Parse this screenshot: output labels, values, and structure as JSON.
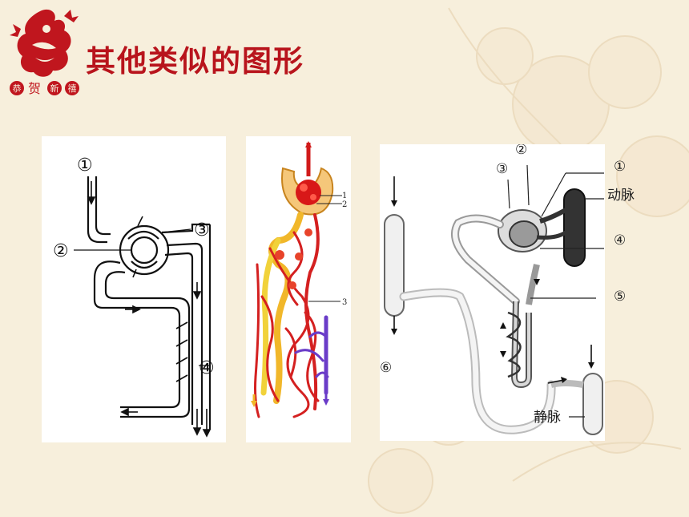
{
  "slide": {
    "title": "其他类似的图形",
    "logo_caption_chars": [
      "恭",
      "贺",
      "新",
      "禧"
    ]
  },
  "diagram1": {
    "labels": [
      "①",
      "②",
      "③",
      "④"
    ]
  },
  "diagram2": {
    "labels": [
      "1",
      "2",
      "3"
    ]
  },
  "diagram3": {
    "labels": [
      "①",
      "②",
      "③",
      "④",
      "⑤",
      "⑥"
    ],
    "artery_label": "动脉",
    "vein_label": "静脉"
  },
  "colors": {
    "title": "#b8141c",
    "background": "#f7efdc",
    "logo": "#c0161e"
  }
}
